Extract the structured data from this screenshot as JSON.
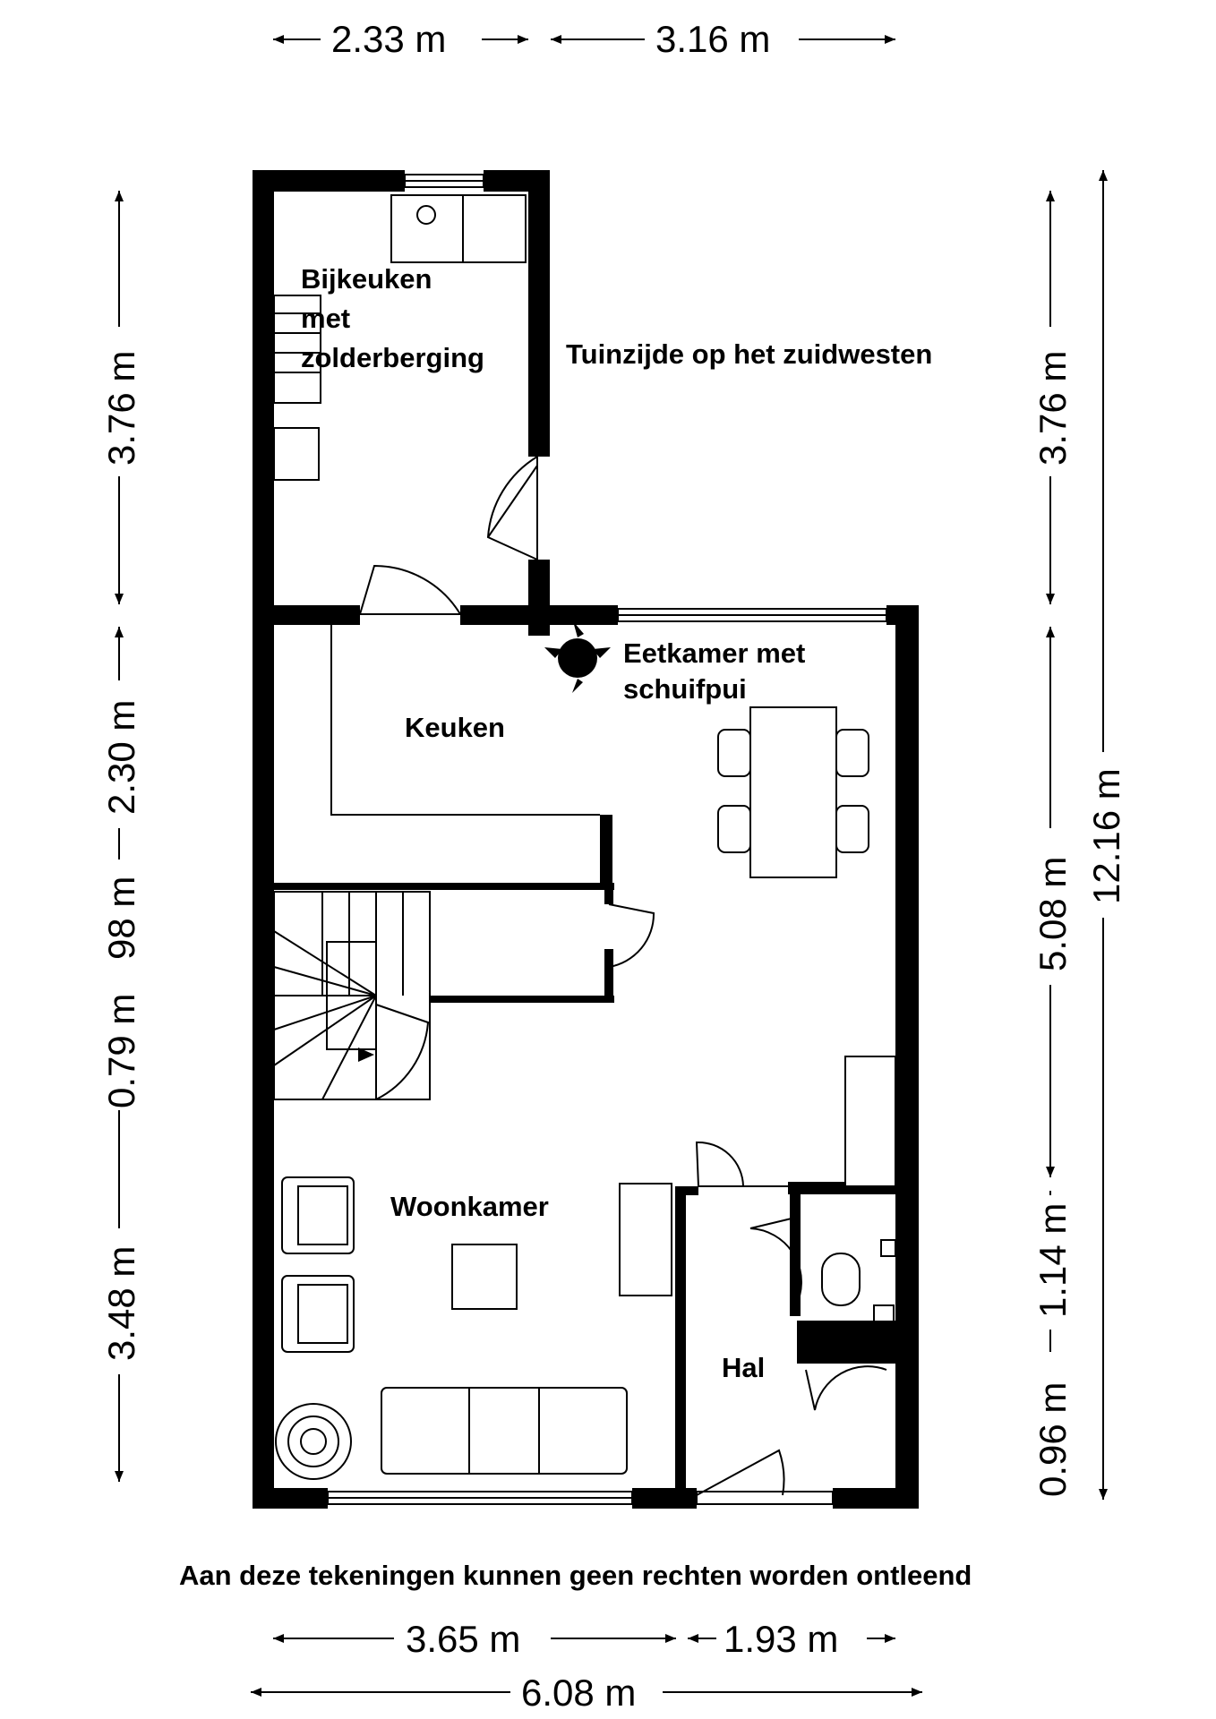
{
  "rooms": {
    "bijkeuken_line1": "Bijkeuken",
    "bijkeuken_line2": "met",
    "bijkeuken_line3": "zolderberging",
    "keuken": "Keuken",
    "eetkamer_line1": "Eetkamer met",
    "eetkamer_line2": "schuifpui",
    "woonkamer": "Woonkamer",
    "hal": "Hal"
  },
  "notes": {
    "orientation": "Tuinzijde op het zuidwesten",
    "disclaimer": "Aan deze tekeningen kunnen geen rechten worden ontleend"
  },
  "dimensions": {
    "top_left": "2.33 m",
    "top_right": "3.16 m",
    "left_1": "3.76 m",
    "left_2": "2.30 m",
    "left_3": "98 m",
    "left_4": "0.79 m",
    "left_5": "3.48 m",
    "right_inner_1": "3.76 m",
    "right_inner_2": "5.08 m",
    "right_inner_3": "1.14 m",
    "right_inner_4": "0.96 m",
    "right_outer": "12.16 m",
    "bottom_left": "3.65 m",
    "bottom_right": "1.93 m",
    "bottom_total": "6.08 m"
  }
}
